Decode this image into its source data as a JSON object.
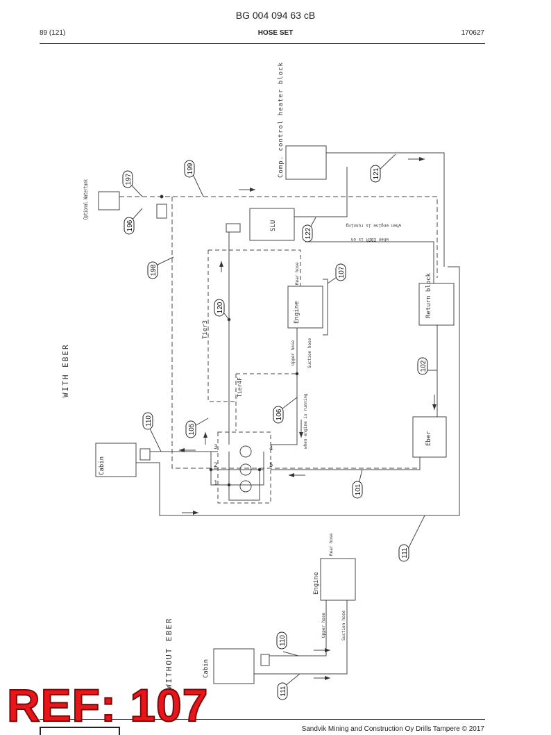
{
  "header": {
    "doc_code": "BG 004 094 63 cB",
    "page": "89 (121)",
    "section": "HOSE SET",
    "date": "170627"
  },
  "footer": {
    "copyright": "Sandvik Mining and Construction Oy Drills Tampere © 2017"
  },
  "stamp": {
    "text": "REF: 107",
    "color": "#e8151b"
  },
  "diagram": {
    "with_eber": {
      "heading": "WITH EBER",
      "components": {
        "water_tank": "Optional Watertank",
        "comp_heater": "Comp. control heater block",
        "slu": "SLU",
        "engine": "Engine",
        "return_block": "Return block",
        "eber": "Eber",
        "cabin": "Cabin"
      },
      "zones": {
        "tier3": "Tier3",
        "tier4f": "Tier4F"
      },
      "hose_labels": {
        "rear_hose": "Rear hose",
        "upper_hose": "Upper hose",
        "suction_hose": "Suction hose"
      },
      "notes": {
        "engine_running_top": "when engine is running",
        "eber_on": "when EBER is on",
        "engine_running_side": "when engine is running"
      },
      "ports": [
        "1",
        "2",
        "3",
        "4",
        "5"
      ],
      "callouts": {
        "c197": "197",
        "c196": "196",
        "c199": "199",
        "c198": "198",
        "c121": "121",
        "c122": "122",
        "c107": "107",
        "c120": "120",
        "c102": "102",
        "c106": "106",
        "c105": "105",
        "c110": "110",
        "c101": "101",
        "c111": "111"
      }
    },
    "without_eber": {
      "heading": "WITHOUT EBER",
      "components": {
        "engine": "Engine",
        "cabin": "Cabin"
      },
      "hose_labels": {
        "rear_hose": "Rear hose",
        "upper_hose": "Upper hose",
        "suction_hose": "Suction hose"
      },
      "callouts": {
        "c110": "110",
        "c111": "111"
      }
    }
  }
}
